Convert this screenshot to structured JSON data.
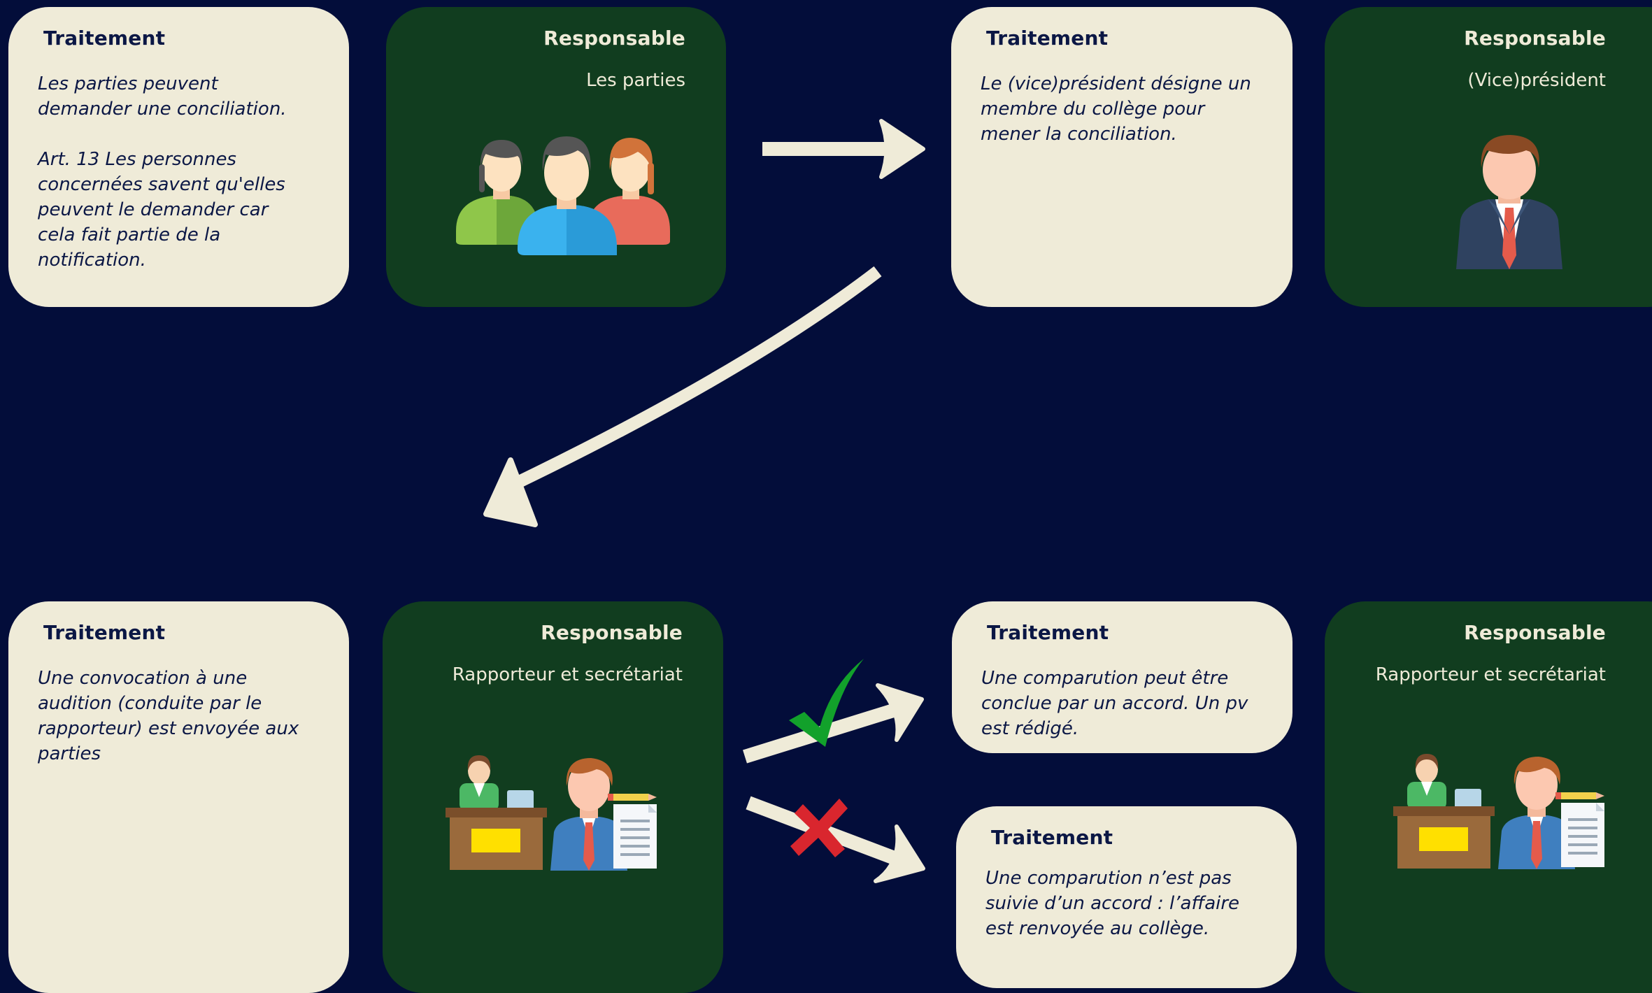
{
  "colors": {
    "background": "#030d3a",
    "cream": "#efebd8",
    "green": "#113d1f",
    "navy_text": "#0b1745",
    "check": "#12a12b",
    "cross": "#d9262e"
  },
  "steps": [
    {
      "treatment_title": "Traitement",
      "treatment_text": "Les parties peuvent\ndemander une conciliation.\n\nArt. 13 Les personnes\nconcernées savent qu'elles\npeuvent le demander car\ncela fait partie de la\nnotification.",
      "responsible_title": "Responsable",
      "responsible_name": "Les parties",
      "icon": "people-group-icon"
    },
    {
      "treatment_title": "Traitement",
      "treatment_text": "Le (vice)président désigne un\nmembre du collège pour\nmener la conciliation.",
      "responsible_title": "Responsable",
      "responsible_name": "(Vice)président",
      "icon": "businessman-icon"
    },
    {
      "treatment_title": "Traitement",
      "treatment_text": "Une convocation à une\naudition (conduite par le\nrapporteur) est envoyée aux\nparties",
      "responsible_title": "Responsable",
      "responsible_name": "Rapporteur et secrétariat",
      "icon": "office-staff-icon"
    },
    {
      "treatment_title": "Traitement",
      "treatment_text": "Une comparution peut être\nconclue par un accord. Un pv\nest rédigé.",
      "responsible_title": "Responsable",
      "responsible_name": "Rapporteur et secrétariat",
      "icon": "office-staff-icon"
    },
    {
      "treatment_title": "Traitement",
      "treatment_text": "Une comparution n’est pas\nsuivie d’un accord : l’affaire\nest renvoyée au collège."
    }
  ],
  "connectors": [
    {
      "from": "step-1",
      "to": "step-2",
      "icon": "arrow-right-icon"
    },
    {
      "from": "step-2",
      "to": "step-3",
      "icon": "curved-arrow-icon"
    },
    {
      "from": "step-3",
      "to": "step-4",
      "icon": "arrow-up-right-icon",
      "marker": "checkmark-icon"
    },
    {
      "from": "step-3",
      "to": "step-5",
      "icon": "arrow-down-right-icon",
      "marker": "cross-icon"
    }
  ]
}
